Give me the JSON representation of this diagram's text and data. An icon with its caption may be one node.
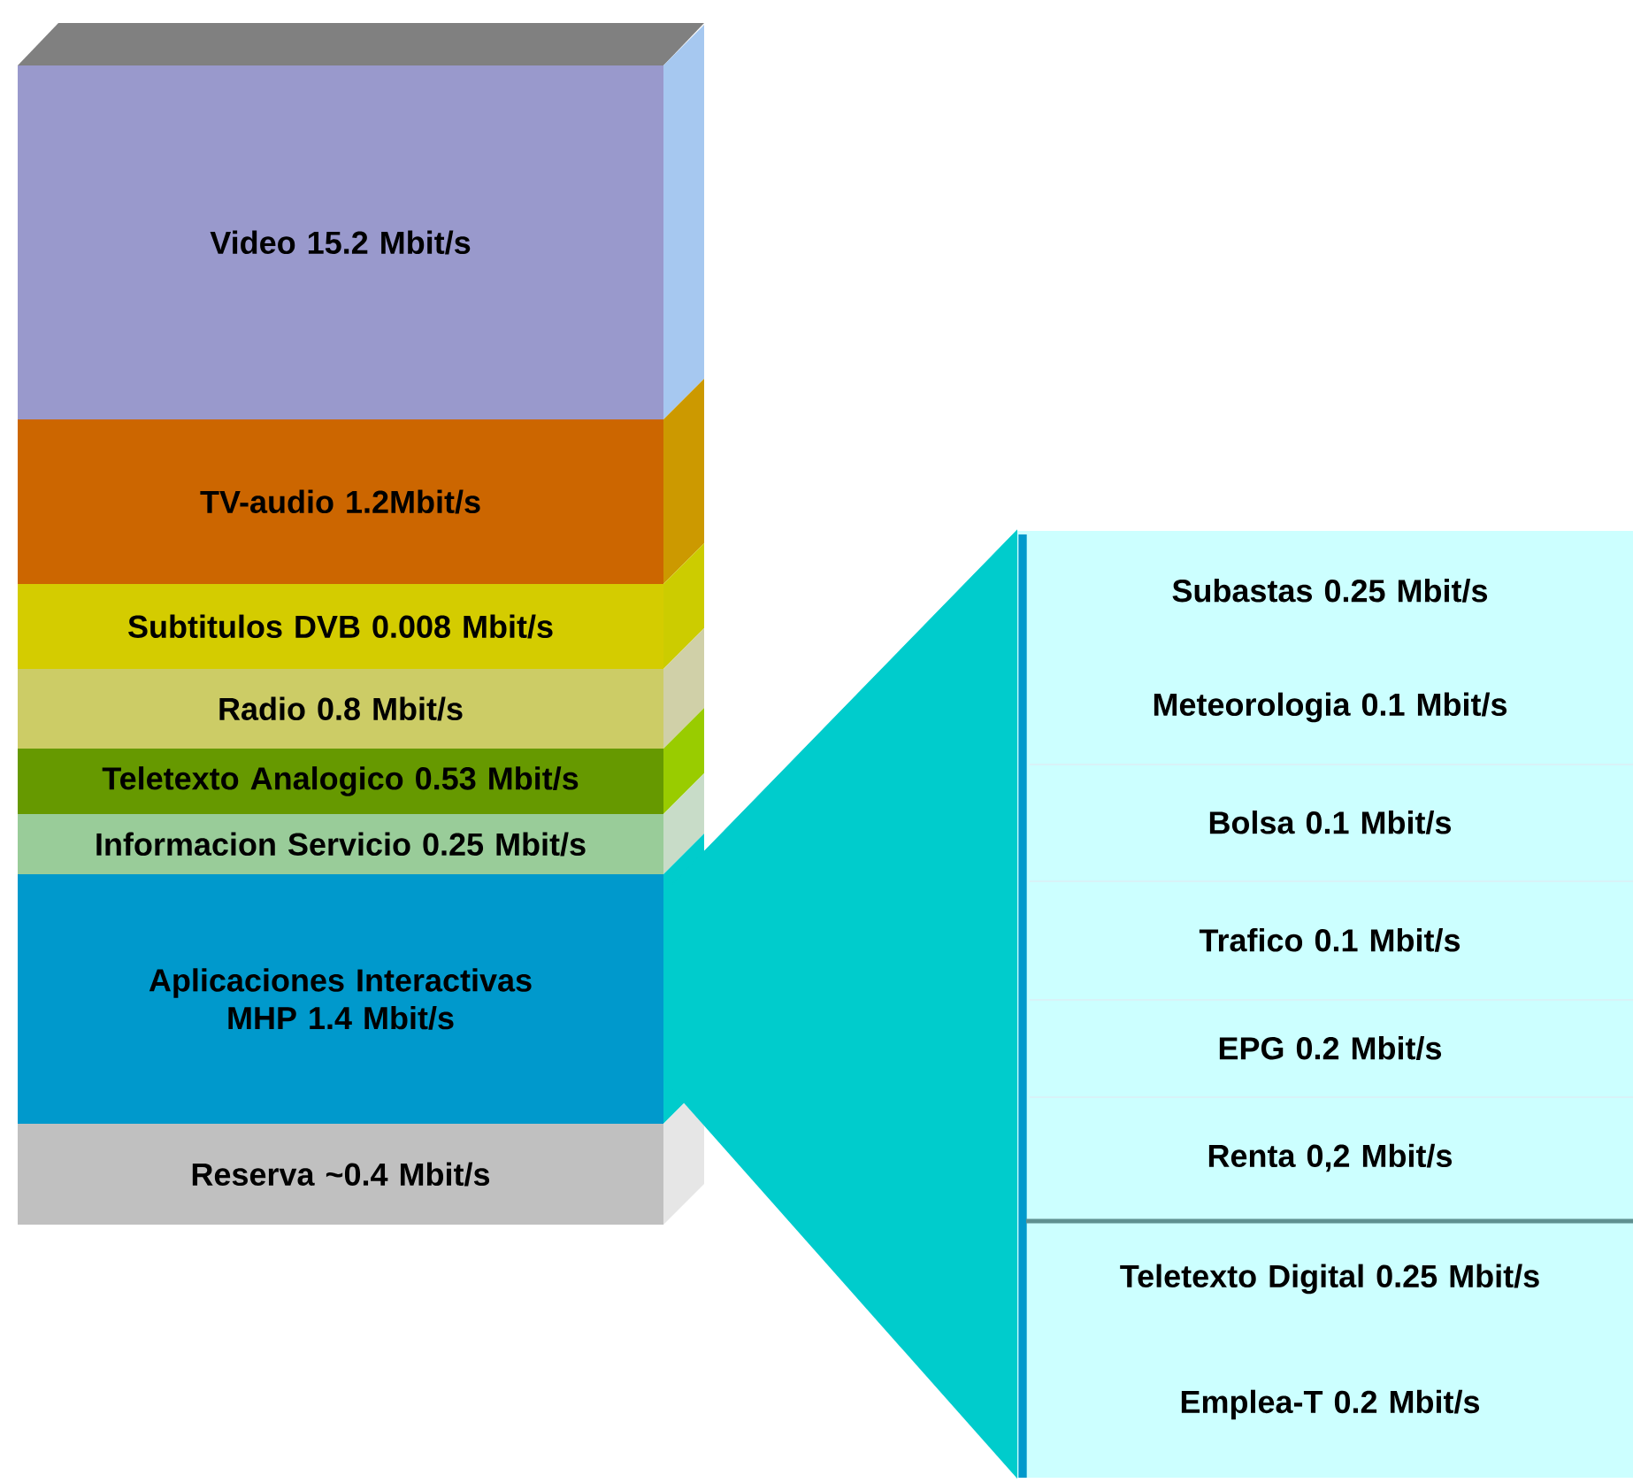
{
  "diagram": {
    "nodes": [
      {
        "text": [
          "Video 15.2 Mbit/s"
        ]
      },
      {
        "text": [
          "TV-audio 1.2Mbit/s"
        ]
      },
      {
        "text": [
          "Subtitulos DVB 0.008 Mbit/s"
        ]
      },
      {
        "text": [
          "Radio 0.8 Mbit/s"
        ]
      },
      {
        "text": [
          "Teletexto Analogico 0.53 Mbit/s"
        ]
      },
      {
        "text": [
          "Informacion Servicio 0.25 Mbit/s"
        ]
      },
      {
        "text": [
          "Aplicaciones Interactivas MHP 1.4 Mbit/s"
        ]
      },
      {
        "text": [
          "Reserva ~0.4 Mbit/s"
        ]
      },
      {
        "text": [],
        "shape": "box"
      },
      {
        "text": [
          "Subastas   0.25 Mbit/s"
        ],
        "in": 8
      },
      {
        "text": [
          "Meteorologia 0.1 Mbit/s"
        ],
        "in": 8
      },
      {
        "text": [
          "Bolsa  0.1 Mbit/s"
        ],
        "in": 8
      },
      {
        "text": [
          "Trafico 0.1 Mbit/s"
        ],
        "in": 8
      },
      {
        "text": [
          "EPG 0.2 Mbit/s"
        ],
        "in": 8
      },
      {
        "text": [
          "Renta 0,2 Mbit/s"
        ],
        "in": 8
      },
      {
        "text": [
          "Teletexto Digital 0.25 Mbit/s"
        ],
        "in": 8
      },
      {
        "text": [
          "Emplea-T  0.2 Mbit/s"
        ],
        "in": 8
      }
    ],
    "edges": [
      {
        "from": 6,
        "to": 8,
        "arrow": "none"
      }
    ]
  }
}
